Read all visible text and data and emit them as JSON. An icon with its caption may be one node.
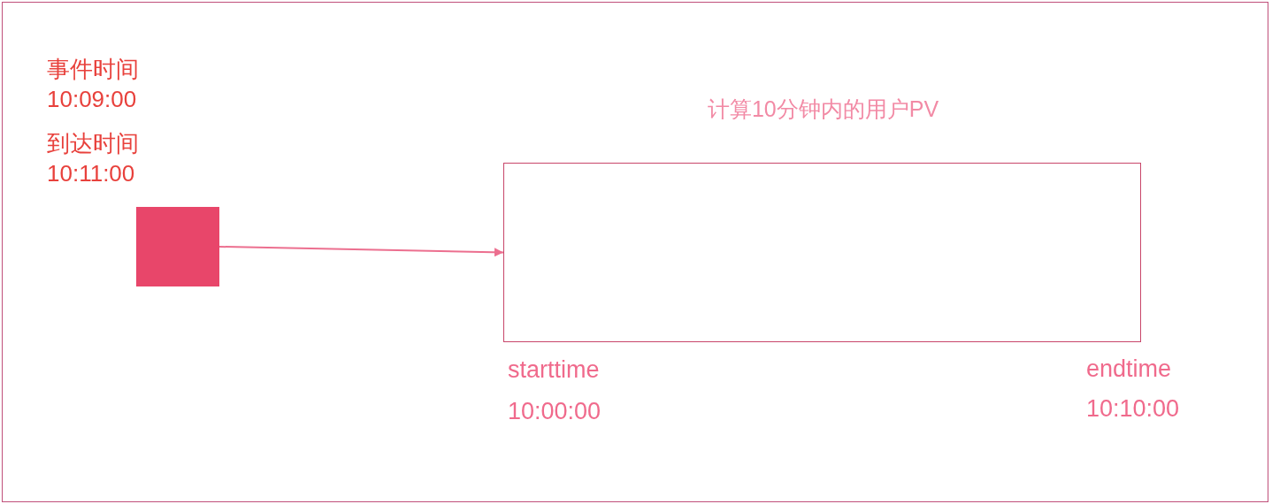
{
  "diagram": {
    "nodes": [
      {
        "text": [],
        "shape": "box",
        "beside": [
          "事件时间 10:09:00",
          "到达时间 10:11:00"
        ]
      },
      {
        "text": [
          "计算10分钟内的用户PV"
        ],
        "beside": [
          "starttime 10:00:00",
          "endtime 10:10:00"
        ]
      }
    ],
    "edges": [
      {
        "from": 0,
        "to": 1,
        "arrow": "to"
      }
    ]
  }
}
